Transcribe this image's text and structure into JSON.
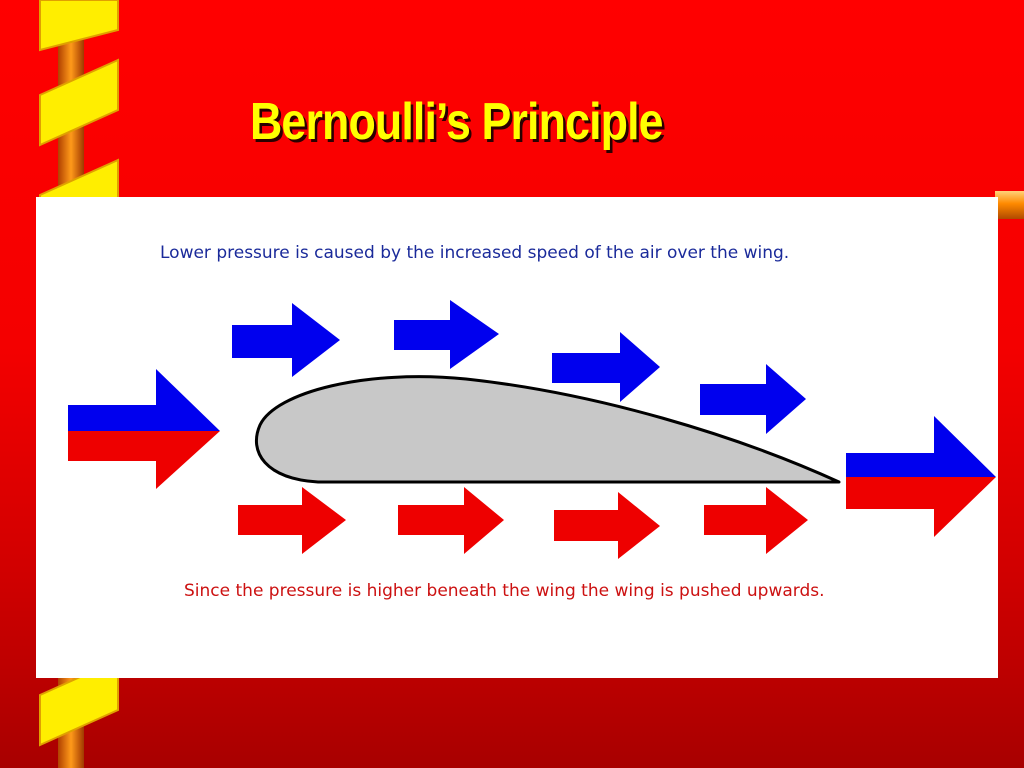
{
  "slide": {
    "title": "Bernoulli’s Principle"
  },
  "diagram": {
    "caption_top": "Lower pressure is caused by the increased speed of the air over the wing.",
    "caption_bottom": "Since the pressure is higher beneath the wing the wing is pushed upwards.",
    "colors": {
      "upper_flow": "#0000ee",
      "lower_flow": "#ee0000",
      "wing_fill": "#c8c8c8",
      "title": "#ffff00",
      "background": "#ff0000"
    }
  }
}
